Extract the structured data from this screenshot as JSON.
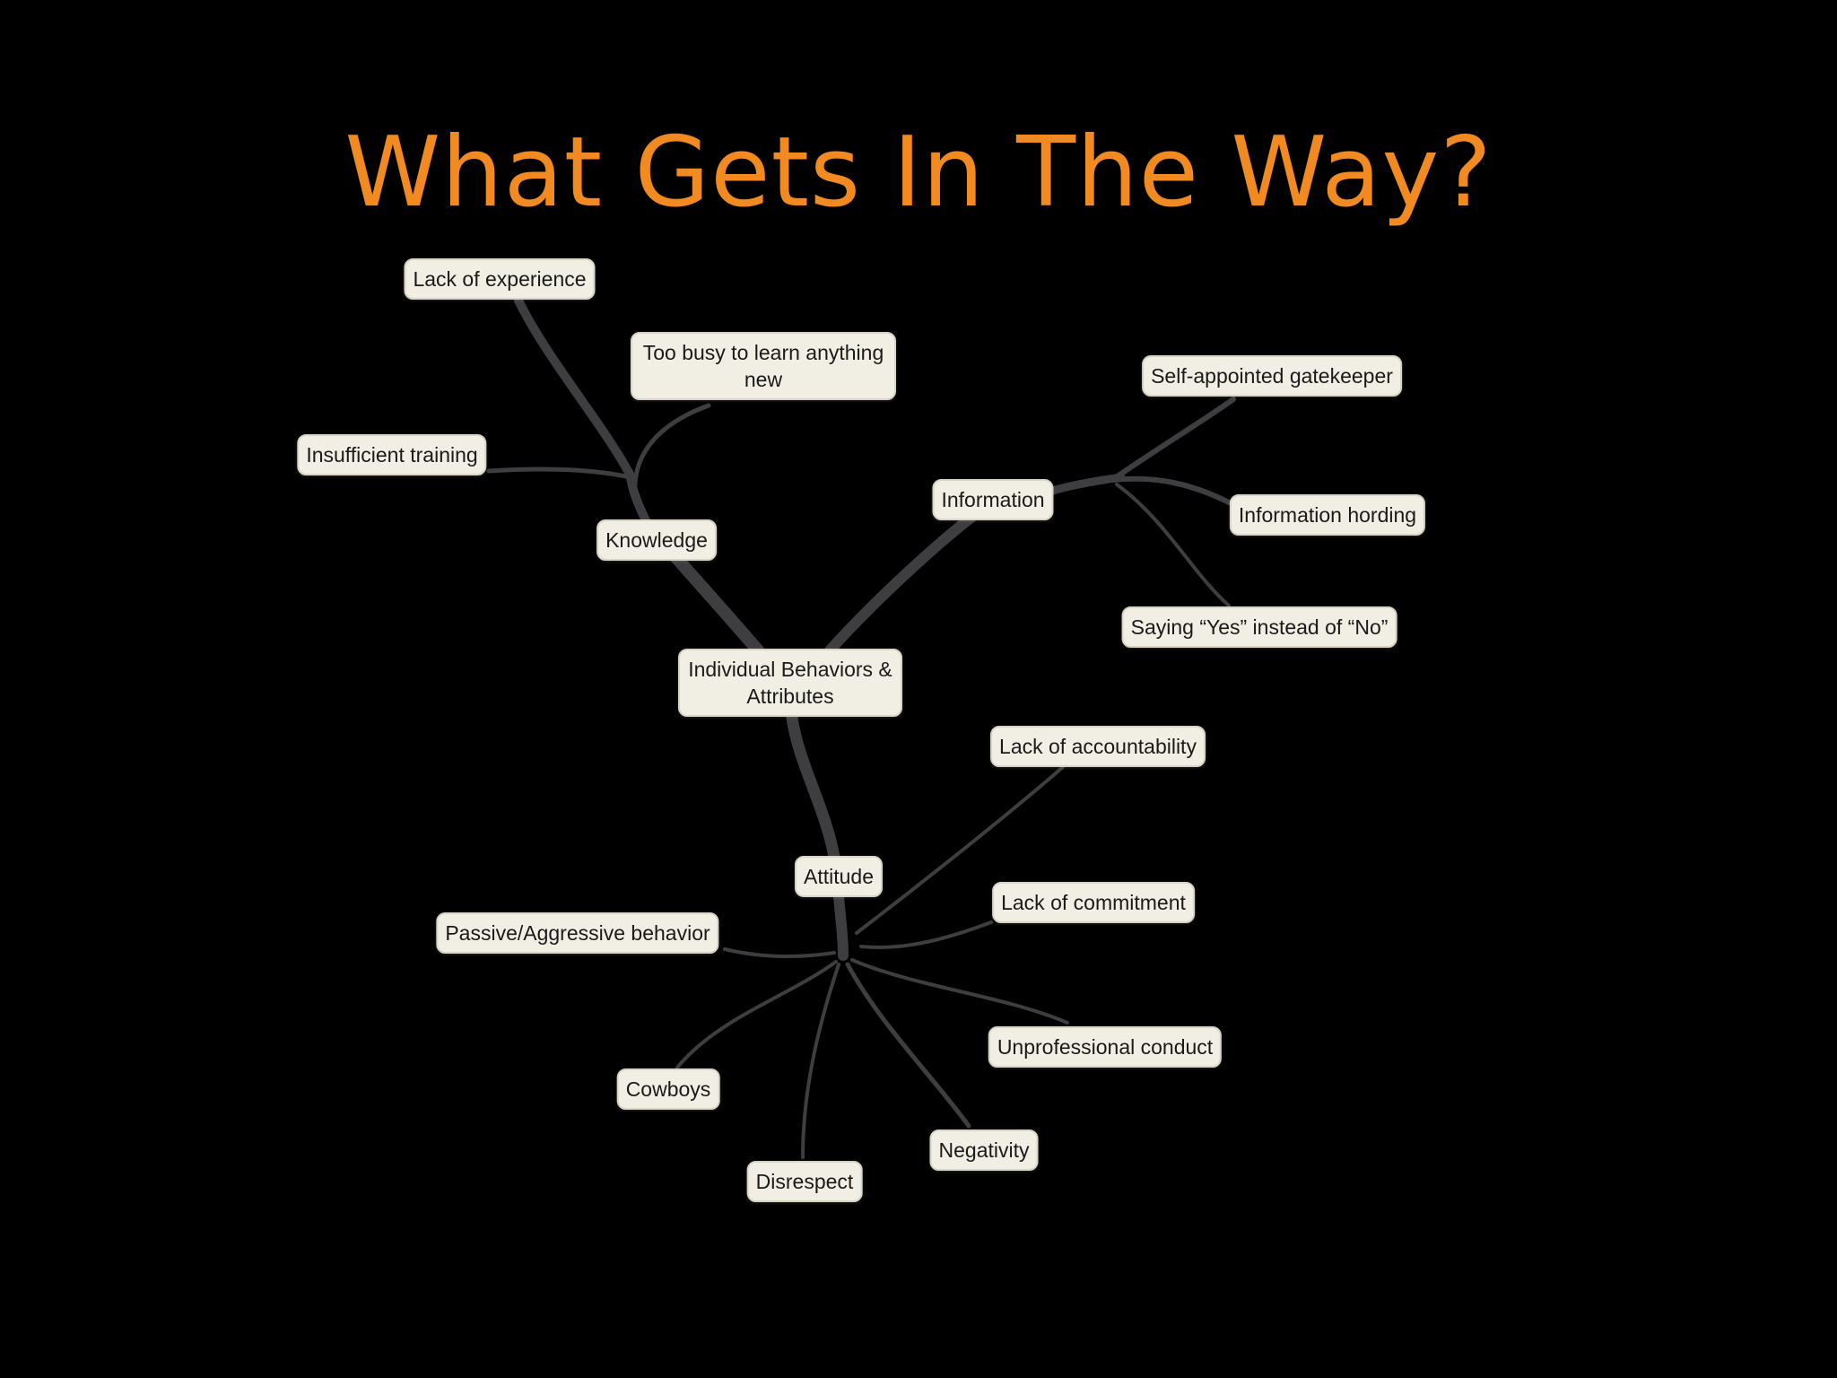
{
  "title": "What Gets In The Way?",
  "colors": {
    "background": "#000000",
    "title": "#f28a22",
    "node_fill": "#f1efe4",
    "branch": "#3e3e40"
  },
  "nodes": {
    "center": "Individual Behaviors & Attributes",
    "knowledge": "Knowledge",
    "lack_of_experience": "Lack of experience",
    "too_busy": "Too busy to learn anything new",
    "insufficient_training": "Insufficient training",
    "information": "Information",
    "self_appointed_gatekeeper": "Self-appointed gatekeeper",
    "information_hording": "Information hording",
    "saying_yes": "Saying “Yes” instead of “No”",
    "attitude": "Attitude",
    "lack_of_accountability": "Lack of accountability",
    "lack_of_commitment": "Lack of commitment",
    "passive_aggressive": "Passive/Aggressive behavior",
    "unprofessional_conduct": "Unprofessional conduct",
    "cowboys": "Cowboys",
    "negativity": "Negativity",
    "disrespect": "Disrespect"
  }
}
